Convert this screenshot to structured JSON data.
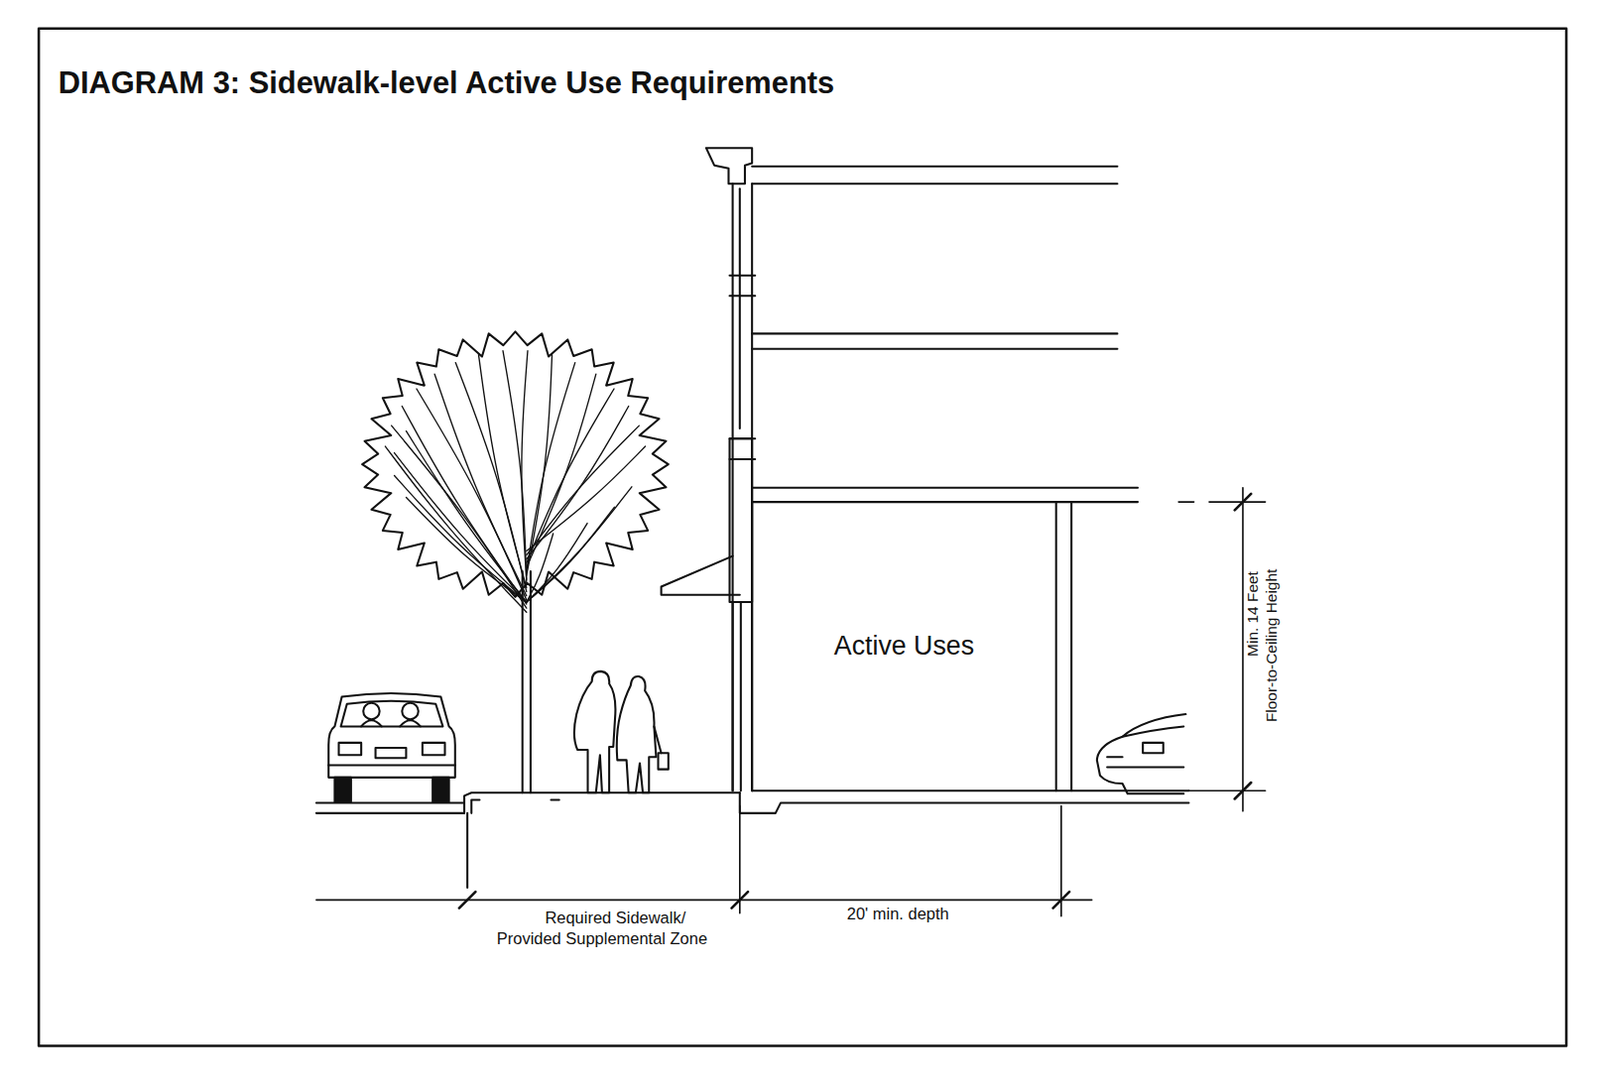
{
  "diagram": {
    "title": "DIAGRAM 3: Sidewalk-level Active Use Requirements",
    "nodes": [
      {
        "text": [
          "Active Uses"
        ]
      }
    ],
    "labels": [
      "Min. 14 Feet Floor-to-Ceiling Height",
      "Required Sidewalk/ Provided Supplemental Zone",
      "20' min. depth"
    ]
  }
}
